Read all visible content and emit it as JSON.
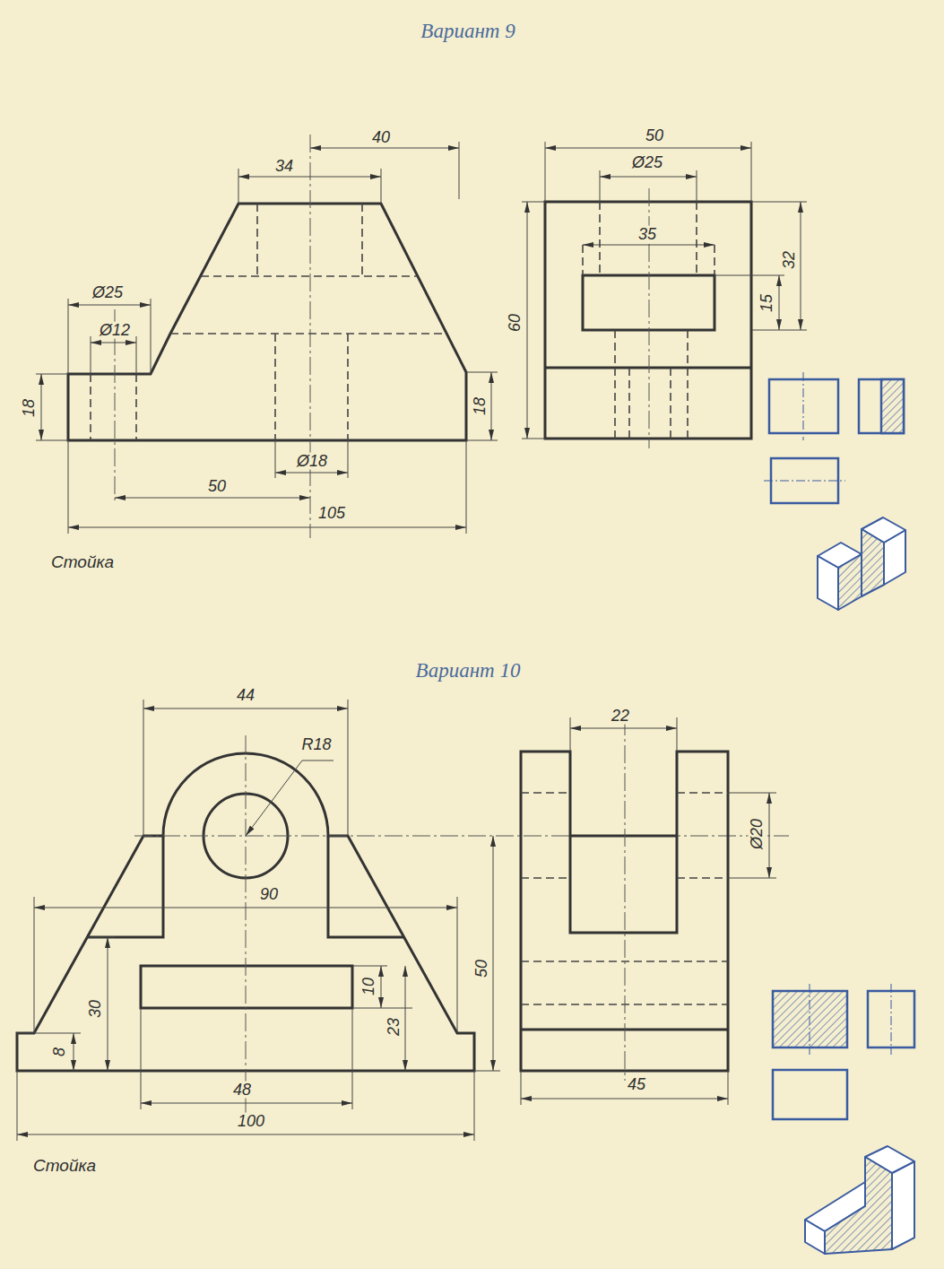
{
  "diagram": {
    "labels": [
      "Вариант 9",
      "40",
      "34",
      "Ø25",
      "Ø12",
      "18",
      "18",
      "Ø18",
      "50",
      "105",
      "Стойка",
      "50",
      "Ø25",
      "35",
      "60",
      "15",
      "32",
      "Вариант 10",
      "44",
      "R18",
      "90",
      "30",
      "8",
      "10",
      "23",
      "50",
      "48",
      "100",
      "Стойка",
      "22",
      "Ø20",
      "45"
    ]
  }
}
